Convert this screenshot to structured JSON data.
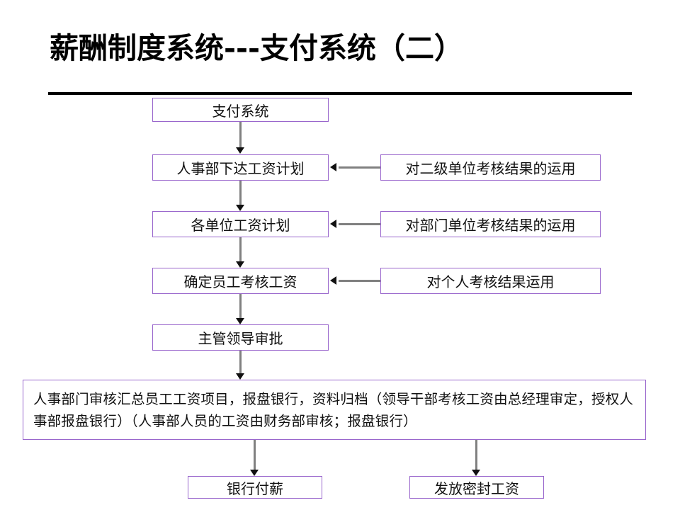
{
  "slide": {
    "title": "薪酬制度系统---支付系统（二）",
    "accent_color": "#9966cc",
    "connector_color": "#808080",
    "rule_color": "#000000"
  },
  "flow": {
    "start_box": {
      "label": "支付系统"
    },
    "main_steps": [
      {
        "label": "人事部下达工资计划"
      },
      {
        "label": "各单位工资计划"
      },
      {
        "label": "确定员工考核工资"
      },
      {
        "label": "主管领导审批"
      }
    ],
    "side_inputs": [
      {
        "label": "对二级单位考核结果的运用"
      },
      {
        "label": "对部门单位考核结果的运用"
      },
      {
        "label": "对个人考核结果运用"
      }
    ],
    "audit_box": {
      "label": "人事部门审核汇总员工工资项目，报盘银行，资料归档（领导干部考核工资由总经理审定，授权人事部报盘银行）（人事部人员的工资由财务部审核；报盘银行）"
    },
    "outputs": [
      {
        "label": "银行付薪"
      },
      {
        "label": "发放密封工资"
      }
    ]
  }
}
